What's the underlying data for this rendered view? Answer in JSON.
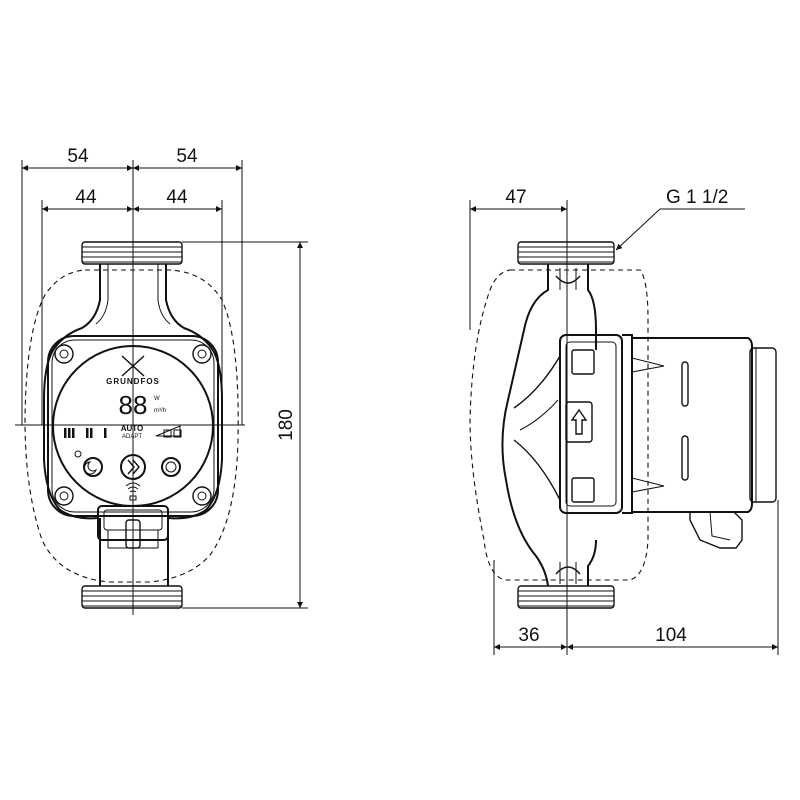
{
  "dimensions": {
    "front_half_outer": "54",
    "front_half_outer_right": "54",
    "front_half_inner": "44",
    "front_half_inner_right": "44",
    "height": "180",
    "side_pipe_offset": "47",
    "thread_label": "G 1 1/2",
    "side_rear": "36",
    "side_depth": "104"
  },
  "panel": {
    "brand": "GRUNDFOS",
    "display": "88",
    "unit_w": "W",
    "unit_flow": "m³/h",
    "mode_auto": "AUTO",
    "mode_adapt": "ADAPT"
  }
}
